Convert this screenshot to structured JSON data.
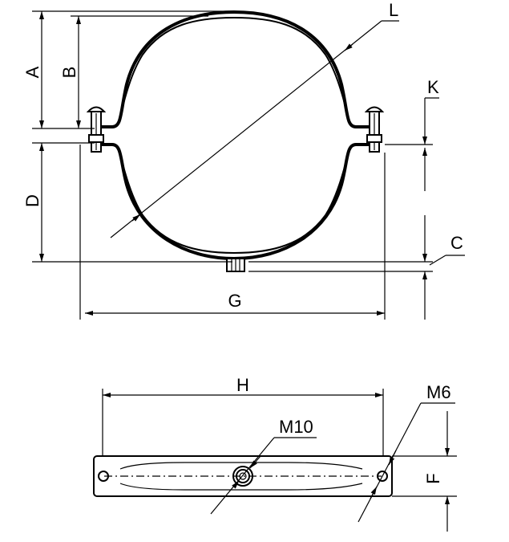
{
  "labels": {
    "A": "A",
    "B": "B",
    "L": "L",
    "K": "K",
    "D": "D",
    "C": "C",
    "G": "G",
    "H": "H",
    "M10": "M10",
    "M6": "M6",
    "F": "F"
  }
}
